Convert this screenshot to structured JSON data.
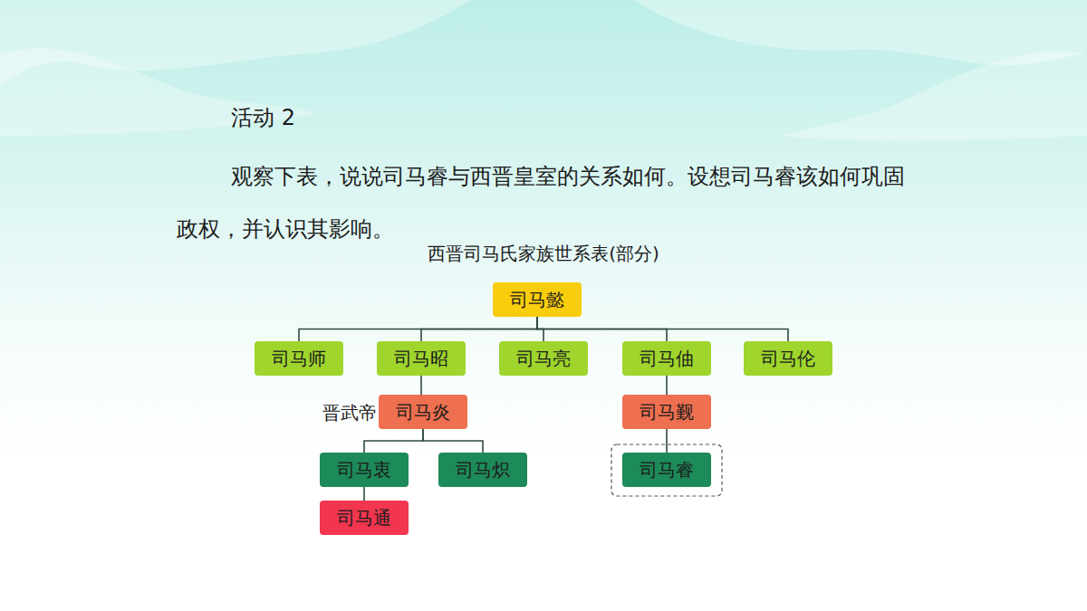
{
  "diagram": {
    "title": "西晋司马氏家族世系表(部分)",
    "nodes": [
      {
        "text": [
          "司马懿"
        ]
      },
      {
        "text": [
          "司马师"
        ]
      },
      {
        "text": [
          "司马昭"
        ]
      },
      {
        "text": [
          "司马亮"
        ]
      },
      {
        "text": [
          "司马伷"
        ]
      },
      {
        "text": [
          "司马伦"
        ]
      },
      {
        "text": [
          "司马炎"
        ]
      },
      {
        "text": [
          "司马觐"
        ]
      },
      {
        "text": [
          "司马衷"
        ]
      },
      {
        "text": [
          "司马炽"
        ]
      },
      {
        "text": [
          "司马睿"
        ]
      },
      {
        "text": [
          "司马通"
        ]
      }
    ],
    "edges": [
      {
        "from": 0,
        "to": 1,
        "arrow": "none"
      },
      {
        "from": 0,
        "to": 2,
        "arrow": "none"
      },
      {
        "from": 0,
        "to": 3,
        "arrow": "none"
      },
      {
        "from": 0,
        "to": 4,
        "arrow": "none"
      },
      {
        "from": 0,
        "to": 5,
        "arrow": "none"
      },
      {
        "from": 2,
        "to": 6,
        "arrow": "none"
      },
      {
        "from": 4,
        "to": 7,
        "arrow": "none"
      },
      {
        "from": 6,
        "to": 8,
        "arrow": "none"
      },
      {
        "from": 6,
        "to": 9,
        "arrow": "none"
      },
      {
        "from": 7,
        "to": 10,
        "arrow": "none"
      },
      {
        "from": 8,
        "to": 11,
        "arrow": "none"
      }
    ],
    "labels": [
      "活动 2",
      "观察下表，说说司马睿与西晋皇室的关系如何。设想司马睿该如何巩固政权，并认识其影响。",
      "晋武帝"
    ]
  }
}
